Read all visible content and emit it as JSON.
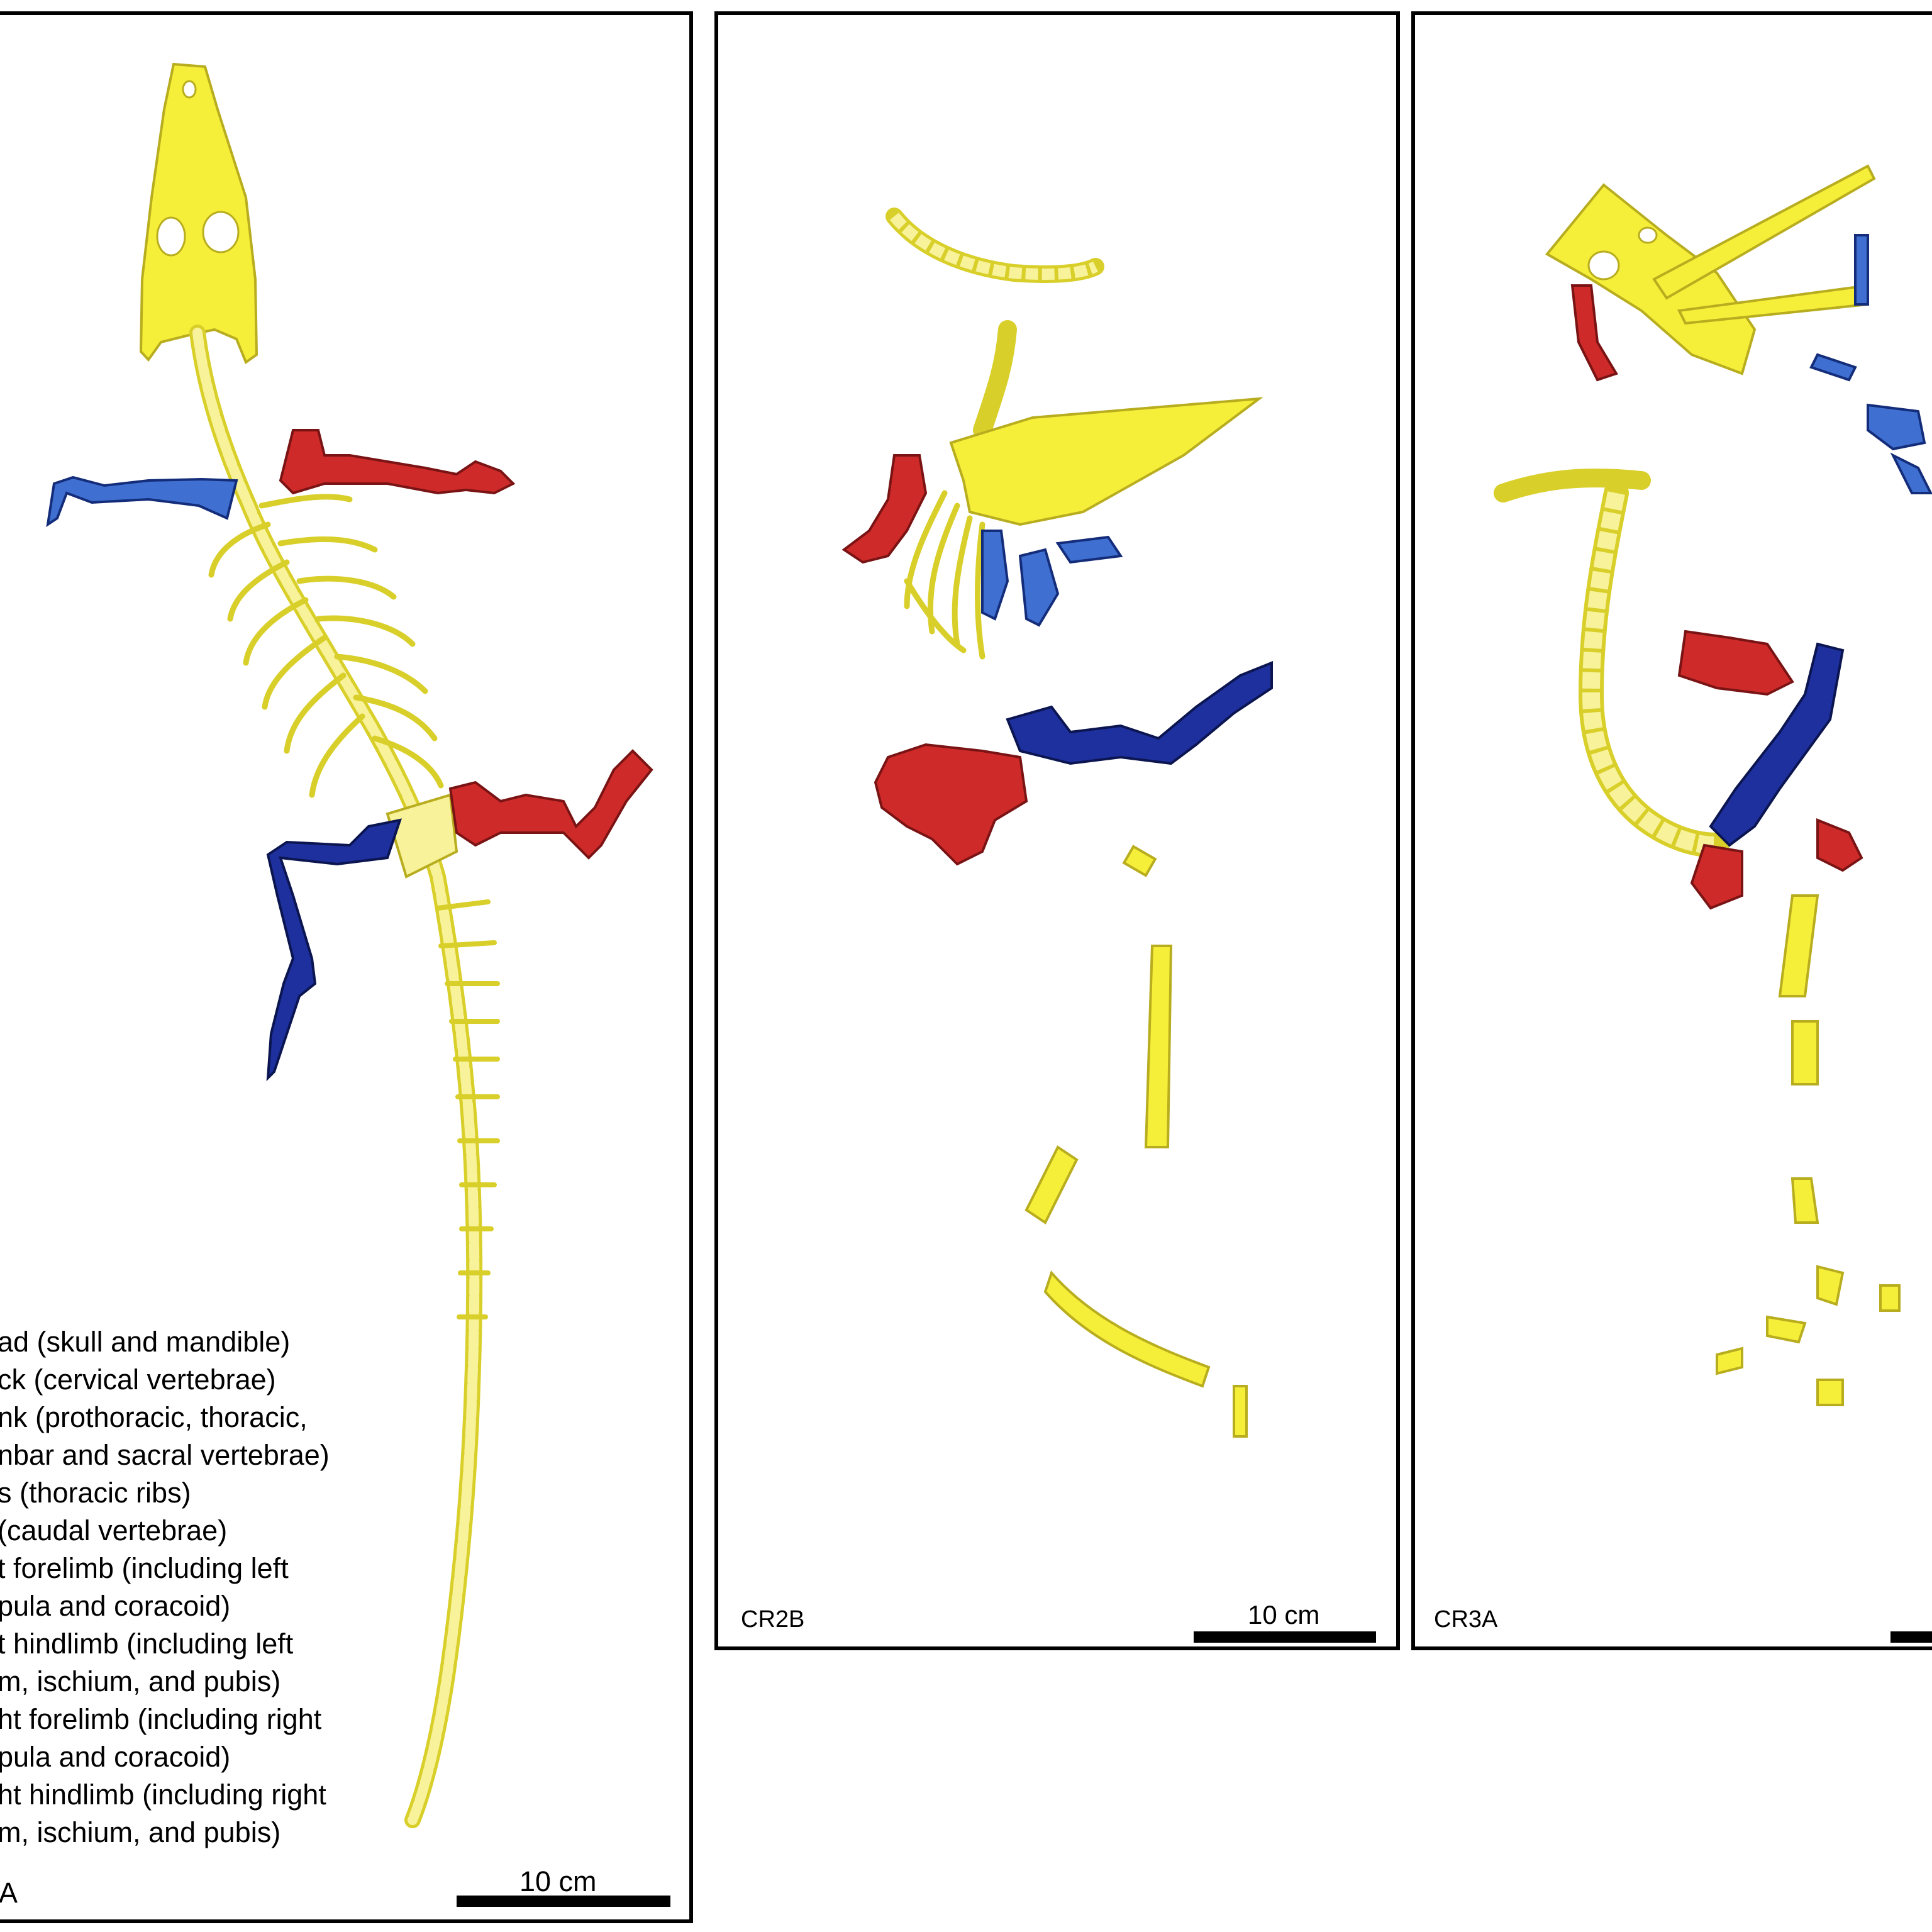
{
  "colors": {
    "head": "#f5ef3a",
    "axial": "#f8f39a",
    "axial_stroke": "#b8ad1e",
    "left_side": "#cf2a2a",
    "right_side_forelimb": "#3f6fd0",
    "right_side_hindlimb": "#1e2f9e",
    "outline": "#000000"
  },
  "panel_a": {
    "label": "A",
    "scale_label": "10 cm",
    "legend": [
      "ad (skull and mandible)",
      "ck (cervical vertebrae)",
      "nk (prothoracic, thoracic,",
      "nbar and sacral vertebrae)",
      "s (thoracic ribs)",
      "(caudal vertebrae)",
      "t forelimb (including left",
      "pula and coracoid)",
      "t hindlimb (including left",
      "m, ischium, and pubis)",
      "ht forelimb (including right",
      "pula and coracoid)",
      "ht hindlimb (including right",
      "m, ischium, and pubis)"
    ]
  },
  "panel_b": {
    "label": "CR2B",
    "scale_label": "10 cm"
  },
  "panel_c": {
    "label": "CR3A"
  }
}
